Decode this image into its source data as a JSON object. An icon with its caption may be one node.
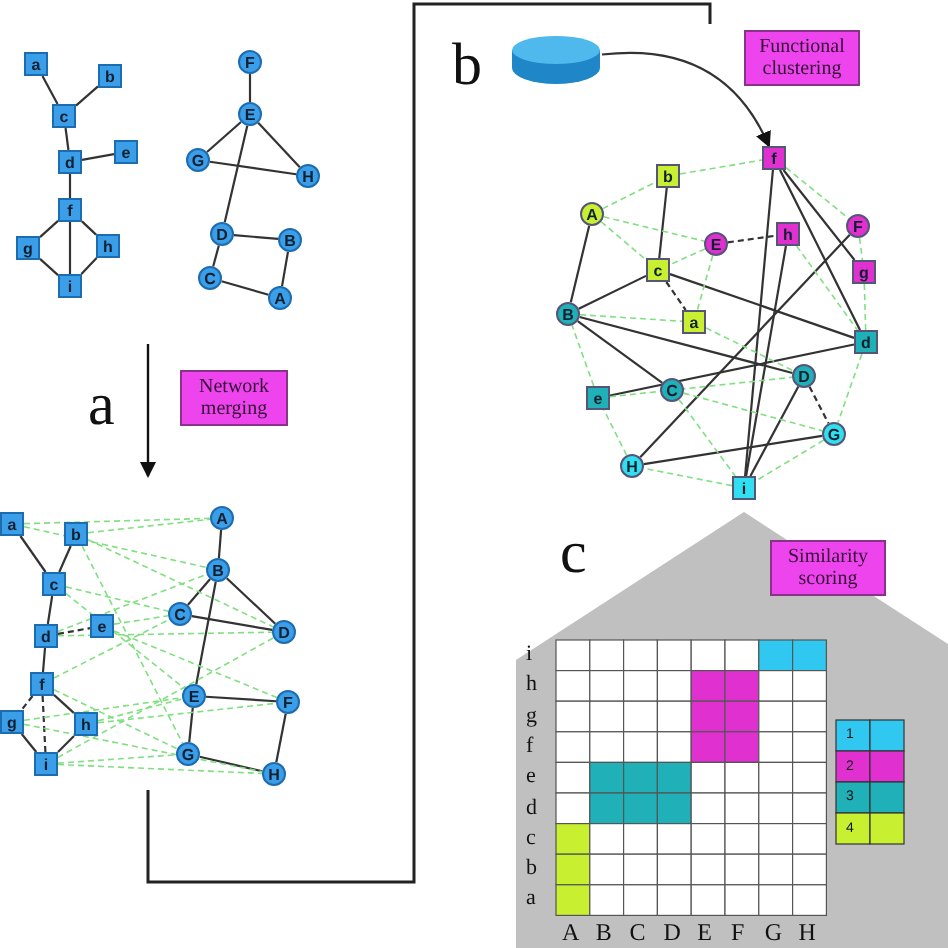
{
  "diagram": {
    "nodes": [
      {
        "text": [
          "a"
        ]
      },
      {
        "text": [
          "b"
        ]
      },
      {
        "text": [
          "c"
        ]
      },
      {
        "text": [
          "d"
        ]
      },
      {
        "text": [
          "e"
        ]
      },
      {
        "text": [
          "f"
        ]
      },
      {
        "text": [
          "g"
        ]
      },
      {
        "text": [
          "h"
        ]
      },
      {
        "text": [
          "i"
        ]
      },
      {
        "text": [
          "F"
        ]
      },
      {
        "text": [
          "E"
        ]
      },
      {
        "text": [
          "G"
        ]
      },
      {
        "text": [
          "H"
        ]
      },
      {
        "text": [
          "D"
        ]
      },
      {
        "text": [
          "B"
        ]
      },
      {
        "text": [
          "C"
        ]
      },
      {
        "text": [
          "A"
        ]
      },
      {
        "text": [
          "Network merging"
        ]
      },
      {
        "text": [
          "a"
        ]
      },
      {
        "text": [
          "b"
        ]
      },
      {
        "text": [
          "c"
        ]
      },
      {
        "text": [
          "d"
        ]
      },
      {
        "text": [
          "e"
        ]
      },
      {
        "text": [
          "f"
        ]
      },
      {
        "text": [
          "g"
        ]
      },
      {
        "text": [
          "h"
        ]
      },
      {
        "text": [
          "i"
        ]
      },
      {
        "text": [
          "A"
        ]
      },
      {
        "text": [
          "B"
        ]
      },
      {
        "text": [
          "C"
        ]
      },
      {
        "text": [
          "D"
        ]
      },
      {
        "text": [
          "E"
        ]
      },
      {
        "text": [
          "F"
        ]
      },
      {
        "text": [
          "G"
        ]
      },
      {
        "text": [
          "H"
        ]
      },
      {
        "text": [],
        "shape": "cylinder"
      },
      {
        "text": [
          "Functional clustering"
        ]
      },
      {
        "text": [
          "A"
        ]
      },
      {
        "text": [
          "b"
        ]
      },
      {
        "text": [
          "f"
        ]
      },
      {
        "text": [
          "E"
        ]
      },
      {
        "text": [
          "h"
        ]
      },
      {
        "text": [
          "F"
        ]
      },
      {
        "text": [
          "c"
        ]
      },
      {
        "text": [
          "g"
        ]
      },
      {
        "text": [
          "B"
        ]
      },
      {
        "text": [
          "a"
        ]
      },
      {
        "text": [
          "d"
        ]
      },
      {
        "text": [
          "e"
        ]
      },
      {
        "text": [
          "C"
        ]
      },
      {
        "text": [
          "D"
        ]
      },
      {
        "text": [
          "G"
        ]
      },
      {
        "text": [
          "H"
        ]
      },
      {
        "text": [
          "i"
        ]
      },
      {
        "text": [
          "Similarity scoring"
        ]
      }
    ],
    "edges": [
      {
        "from": 35,
        "to": 39,
        "arrow": "to"
      },
      {
        "from": 0,
        "to": 2,
        "arrow": "none"
      },
      {
        "from": 1,
        "to": 2,
        "arrow": "none"
      },
      {
        "from": 2,
        "to": 3,
        "arrow": "none"
      },
      {
        "from": 3,
        "to": 4,
        "arrow": "none"
      },
      {
        "from": 3,
        "to": 5,
        "arrow": "none"
      },
      {
        "from": 5,
        "to": 6,
        "arrow": "none"
      },
      {
        "from": 5,
        "to": 7,
        "arrow": "none"
      },
      {
        "from": 5,
        "to": 8,
        "arrow": "none"
      },
      {
        "from": 6,
        "to": 8,
        "arrow": "none"
      },
      {
        "from": 7,
        "to": 8,
        "arrow": "none"
      },
      {
        "from": 9,
        "to": 10,
        "arrow": "none"
      },
      {
        "from": 10,
        "to": 11,
        "arrow": "none"
      },
      {
        "from": 10,
        "to": 12,
        "arrow": "none"
      },
      {
        "from": 11,
        "to": 12,
        "arrow": "none"
      },
      {
        "from": 10,
        "to": 13,
        "arrow": "none"
      },
      {
        "from": 13,
        "to": 14,
        "arrow": "none"
      },
      {
        "from": 13,
        "to": 15,
        "arrow": "none"
      },
      {
        "from": 15,
        "to": 16,
        "arrow": "none"
      },
      {
        "from": 14,
        "to": 16,
        "arrow": "none"
      },
      {
        "from": 18,
        "to": 20,
        "arrow": "none"
      },
      {
        "from": 19,
        "to": 20,
        "arrow": "none"
      },
      {
        "from": 20,
        "to": 21,
        "arrow": "none"
      },
      {
        "from": 21,
        "to": 22,
        "arrow": "none",
        "style": "dashed"
      },
      {
        "from": 21,
        "to": 23,
        "arrow": "none"
      },
      {
        "from": 23,
        "to": 24,
        "arrow": "none",
        "style": "dashed"
      },
      {
        "from": 23,
        "to": 25,
        "arrow": "none"
      },
      {
        "from": 23,
        "to": 26,
        "arrow": "none",
        "style": "dashed"
      },
      {
        "from": 24,
        "to": 26,
        "arrow": "none"
      },
      {
        "from": 25,
        "to": 26,
        "arrow": "none"
      },
      {
        "from": 27,
        "to": 28,
        "arrow": "none"
      },
      {
        "from": 28,
        "to": 29,
        "arrow": "none"
      },
      {
        "from": 28,
        "to": 30,
        "arrow": "none"
      },
      {
        "from": 29,
        "to": 30,
        "arrow": "none"
      },
      {
        "from": 28,
        "to": 31,
        "arrow": "none"
      },
      {
        "from": 31,
        "to": 32,
        "arrow": "none"
      },
      {
        "from": 31,
        "to": 33,
        "arrow": "none"
      },
      {
        "from": 32,
        "to": 34,
        "arrow": "none"
      },
      {
        "from": 33,
        "to": 34,
        "arrow": "none"
      },
      {
        "from": 18,
        "to": 27,
        "arrow": "none",
        "style": "dashed",
        "color": "#80e080"
      },
      {
        "from": 18,
        "to": 28,
        "arrow": "none",
        "style": "dashed",
        "color": "#80e080"
      },
      {
        "from": 19,
        "to": 27,
        "arrow": "none",
        "style": "dashed",
        "color": "#80e080"
      },
      {
        "from": 19,
        "to": 30,
        "arrow": "none",
        "style": "dashed",
        "color": "#80e080"
      },
      {
        "from": 20,
        "to": 29,
        "arrow": "none",
        "style": "dashed",
        "color": "#80e080"
      },
      {
        "from": 20,
        "to": 31,
        "arrow": "none",
        "style": "dashed",
        "color": "#80e080"
      },
      {
        "from": 21,
        "to": 28,
        "arrow": "none",
        "style": "dashed",
        "color": "#80e080"
      },
      {
        "from": 21,
        "to": 30,
        "arrow": "none",
        "style": "dashed",
        "color": "#80e080"
      },
      {
        "from": 22,
        "to": 32,
        "arrow": "none",
        "style": "dashed",
        "color": "#80e080"
      },
      {
        "from": 22,
        "to": 29,
        "arrow": "none",
        "style": "dashed",
        "color": "#80e080"
      },
      {
        "from": 23,
        "to": 29,
        "arrow": "none",
        "style": "dashed",
        "color": "#80e080"
      },
      {
        "from": 23,
        "to": 33,
        "arrow": "none",
        "style": "dashed",
        "color": "#80e080"
      },
      {
        "from": 24,
        "to": 31,
        "arrow": "none",
        "style": "dashed",
        "color": "#80e080"
      },
      {
        "from": 24,
        "to": 34,
        "arrow": "none",
        "style": "dashed",
        "color": "#80e080"
      },
      {
        "from": 25,
        "to": 31,
        "arrow": "none",
        "style": "dashed",
        "color": "#80e080"
      },
      {
        "from": 25,
        "to": 32,
        "arrow": "none",
        "style": "dashed",
        "color": "#80e080"
      },
      {
        "from": 26,
        "to": 33,
        "arrow": "none",
        "style": "dashed",
        "color": "#80e080"
      },
      {
        "from": 26,
        "to": 34,
        "arrow": "none",
        "style": "dashed",
        "color": "#80e080"
      },
      {
        "from": 26,
        "to": 30,
        "arrow": "none",
        "style": "dashed",
        "color": "#80e080"
      },
      {
        "from": 19,
        "to": 33,
        "arrow": "none",
        "style": "dashed",
        "color": "#80e080"
      },
      {
        "from": 37,
        "to": 45,
        "arrow": "none"
      },
      {
        "from": 38,
        "to": 43,
        "arrow": "none"
      },
      {
        "from": 43,
        "to": 45,
        "arrow": "none"
      },
      {
        "from": 43,
        "to": 46,
        "arrow": "none",
        "style": "dashed"
      },
      {
        "from": 43,
        "to": 47,
        "arrow": "none"
      },
      {
        "from": 45,
        "to": 49,
        "arrow": "none"
      },
      {
        "from": 45,
        "to": 50,
        "arrow": "none"
      },
      {
        "from": 48,
        "to": 47,
        "arrow": "none"
      },
      {
        "from": 39,
        "to": 53,
        "arrow": "none"
      },
      {
        "from": 39,
        "to": 47,
        "arrow": "none"
      },
      {
        "from": 39,
        "to": 44,
        "arrow": "none"
      },
      {
        "from": 41,
        "to": 53,
        "arrow": "none"
      },
      {
        "from": 42,
        "to": 52,
        "arrow": "none"
      },
      {
        "from": 40,
        "to": 41,
        "arrow": "none",
        "style": "dashed"
      },
      {
        "from": 52,
        "to": 51,
        "arrow": "none"
      },
      {
        "from": 50,
        "to": 53,
        "arrow": "none"
      },
      {
        "from": 50,
        "to": 51,
        "arrow": "none",
        "style": "dashed"
      },
      {
        "from": 37,
        "to": 38,
        "arrow": "none",
        "style": "dashed",
        "color": "#80e080"
      },
      {
        "from": 38,
        "to": 39,
        "arrow": "none",
        "style": "dashed",
        "color": "#80e080"
      },
      {
        "from": 39,
        "to": 42,
        "arrow": "none",
        "style": "dashed",
        "color": "#80e080"
      },
      {
        "from": 42,
        "to": 44,
        "arrow": "none",
        "style": "dashed",
        "color": "#80e080"
      },
      {
        "from": 44,
        "to": 47,
        "arrow": "none",
        "style": "dashed",
        "color": "#80e080"
      },
      {
        "from": 47,
        "to": 51,
        "arrow": "none",
        "style": "dashed",
        "color": "#80e080"
      },
      {
        "from": 51,
        "to": 53,
        "arrow": "none",
        "style": "dashed",
        "color": "#80e080"
      },
      {
        "from": 53,
        "to": 52,
        "arrow": "none",
        "style": "dashed",
        "color": "#80e080"
      },
      {
        "from": 52,
        "to": 48,
        "arrow": "none",
        "style": "dashed",
        "color": "#80e080"
      },
      {
        "from": 48,
        "to": 45,
        "arrow": "none",
        "style": "dashed",
        "color": "#80e080"
      },
      {
        "from": 37,
        "to": 43,
        "arrow": "none",
        "style": "dashed",
        "color": "#80e080"
      },
      {
        "from": 37,
        "to": 40,
        "arrow": "none",
        "style": "dashed",
        "color": "#80e080"
      },
      {
        "from": 40,
        "to": 43,
        "arrow": "none",
        "style": "dashed",
        "color": "#80e080"
      },
      {
        "from": 40,
        "to": 46,
        "arrow": "none",
        "style": "dashed",
        "color": "#80e080"
      },
      {
        "from": 46,
        "to": 50,
        "arrow": "none",
        "style": "dashed",
        "color": "#80e080"
      },
      {
        "from": 49,
        "to": 53,
        "arrow": "none",
        "style": "dashed",
        "color": "#80e080"
      },
      {
        "from": 49,
        "to": 51,
        "arrow": "none",
        "style": "dashed",
        "color": "#80e080"
      },
      {
        "from": 45,
        "to": 46,
        "arrow": "none",
        "style": "dashed",
        "color": "#80e080"
      },
      {
        "from": 41,
        "to": 47,
        "arrow": "none",
        "style": "dashed",
        "color": "#80e080"
      },
      {
        "from": 48,
        "to": 50,
        "arrow": "none",
        "style": "dashed",
        "color": "#80e080"
      }
    ],
    "labels": [
      "a",
      "b",
      "c",
      "i",
      "h",
      "g",
      "f",
      "e",
      "d",
      "c",
      "b",
      "a",
      "A",
      "B",
      "C",
      "D",
      "E",
      "F",
      "G",
      "H",
      "1",
      "2",
      "3",
      "4"
    ]
  }
}
